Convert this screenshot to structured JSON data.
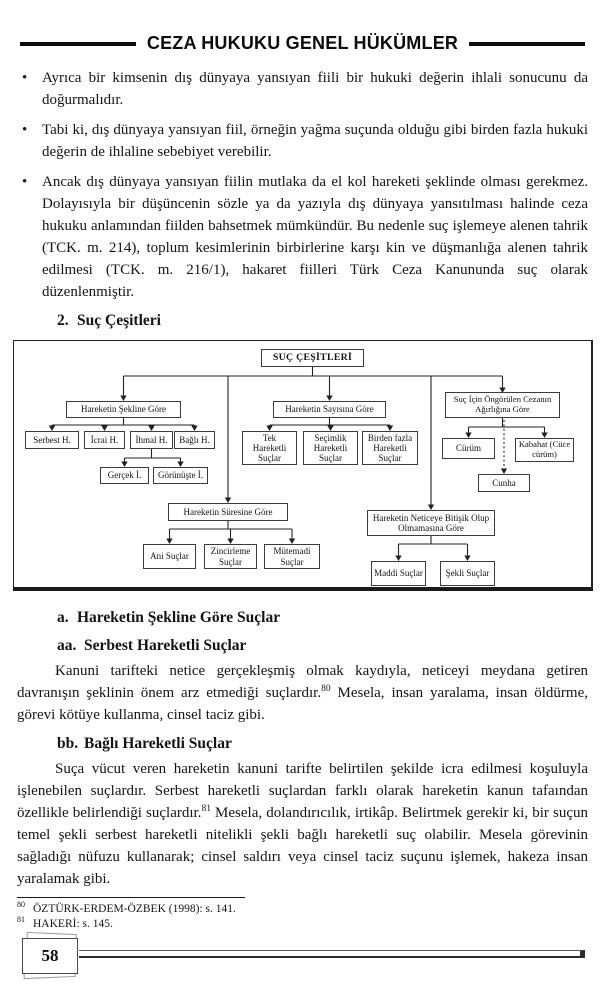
{
  "header": {
    "title": "CEZA HUKUKU GENEL HÜKÜMLER"
  },
  "list": {
    "bullet_char": "•"
  },
  "bullets": [
    {
      "text": "Ayrıca bir kimsenin dış dünyaya yansıyan fiili bir hukuki değerin ihlali sonucunu da doğurmalıdır."
    },
    {
      "text": "Tabi ki, dış dünyaya yansıyan fiil, örneğin yağma suçunda olduğu gibi birden fazla hukuki değerin de ihlaline sebebiyet verebilir."
    },
    {
      "text": "Ancak dış dünyaya yansıyan fiilin mutlaka da el kol hareketi şeklinde olması gerekmez. Dolayısıyla bir düşüncenin sözle ya da yazıyla dış dünyaya yansıtılması halinde ceza hukuku anlamından fiilden bahsetmek mümkündür. Bu nedenle suç işlemeye alenen tahrik (TCK. m. 214), toplum kesimlerinin birbirlerine karşı kin ve düşmanlığa alenen tahrik edilmesi (TCK. m. 216/1), hakaret fiilleri Türk Ceza Kanununda suç olarak düzenlenmiştir."
    }
  ],
  "section_heading": {
    "num": "2.",
    "label": "Suç Çeşitleri"
  },
  "diagram": {
    "nodes": {
      "root": "SUÇ ÇEŞİTLERİ",
      "sekil": "Hareketin Şekline Göre",
      "sayi": "Hareketin Sayısına Göre",
      "ceza": "Suç İçin Öngörülen Cezanın Ağırlığına Göre",
      "serbest": "Serbest H.",
      "icrai": "İcrai H.",
      "ihmal": "İhmal H.",
      "bagli": "Bağlı H.",
      "gercek": "Gerçek İ.",
      "gorunuste": "Görünüşte İ.",
      "tek": "Tek Hareketli Suçlar",
      "secimlik": "Seçimlik Hareketli Suçlar",
      "birden": "Birden fazla Hareketli Suçlar",
      "curum": "Cürüm",
      "kabahat": "Kabahat (Cüce cürüm)",
      "cunha": "Cunha",
      "sure": "Hareketin Süresine Göre",
      "ani": "Ani Suçlar",
      "zincirleme": "Zincirleme Suçlar",
      "mutemadi": "Mütemadi Suçlar",
      "netice": "Hareketin Neticeye Bitişik Olup Olmamasına Göre",
      "maddi": "Maddi Suçlar",
      "sekli": "Şekli Suçlar"
    }
  },
  "sub_a": {
    "num": "a.",
    "label": "Hareketin Şekline Göre Suçlar"
  },
  "sub_aa": {
    "num": "aa.",
    "label": "Serbest Hareketli Suçlar"
  },
  "para_aa": {
    "before": "Kanuni tarifteki netice gerçekleşmiş olmak kaydıyla, neticeyi meydana getiren davranışın şeklinin önem arz etmediği suçlardır.",
    "sup": "80",
    "after": " Mesela, insan yaralama, insan öldürme, görevi kötüye kullanma, cinsel taciz gibi."
  },
  "sub_bb": {
    "num": "bb.",
    "label": "Bağlı Hareketli Suçlar"
  },
  "para_bb": {
    "before": "Suça vücut veren hareketin kanuni tarifte belirtilen şekilde icra edilmesi koşuluyla işlenebilen suçlardır. Serbest hareketli suçlardan farklı olarak hareketin kanun tafaından özellikle belirlendiği suçlardır.",
    "sup": "81",
    "after": " Mesela, dolandırıcılık, irtikâp. Belirtmek gerekir ki, bir suçun temel şekli serbest hareketli nitelikli şekli bağlı hareketli suç olabilir. Mesela görevinin sağladığı nüfuzu kullanarak; cinsel saldırı veya cinsel taciz suçunu işlemek, hakeza insan yaralamak gibi."
  },
  "footnotes": [
    {
      "num": "80",
      "text": "ÖZTÜRK-ERDEM-ÖZBEK (1998): s. 141."
    },
    {
      "num": "81",
      "text": "HAKERİ: s. 145."
    }
  ],
  "page_number": "58"
}
